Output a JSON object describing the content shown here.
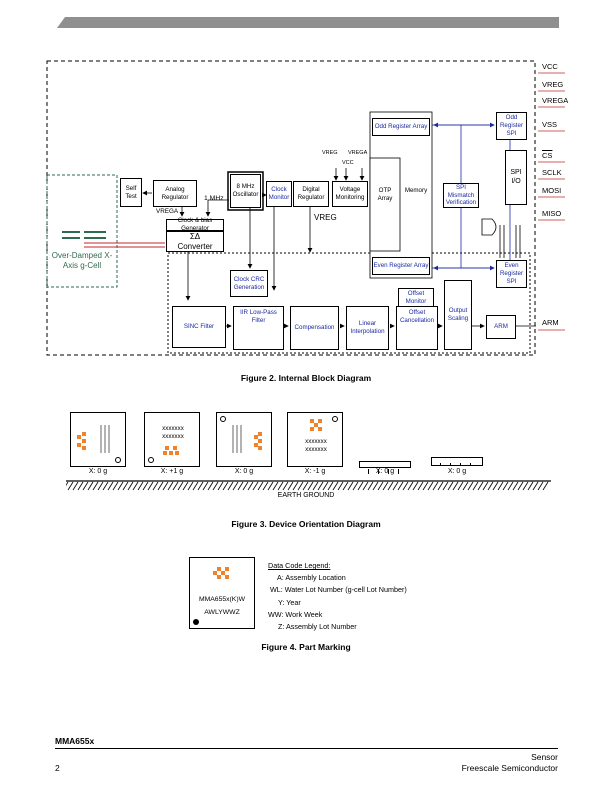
{
  "footer": {
    "part": "MMA655x",
    "page": "2",
    "right_line1": "Sensor",
    "right_line2": "Freescale Semiconductor"
  },
  "figure2": {
    "caption": "Figure 2. Internal Block Diagram",
    "blocks": {
      "self_test": "Self Test",
      "analog_regulator": "Analog Regulator",
      "clock_bias": "Clock & bias Generator",
      "sigma_delta": "ΣΔ",
      "converter": "Converter",
      "oscillator": "8 MHz Oscillator",
      "clock_monitor": "Clock Monitor",
      "digital_regulator": "Digital Regulator",
      "voltage_monitoring": "Voltage Monitoring",
      "otp_array": "OTP Array",
      "memory": "Memory",
      "odd_register_array": "Odd Register Array",
      "even_register_array": "Even Register Array",
      "odd_register_spi": "Odd Register SPI",
      "even_register_spi": "Even Register SPI",
      "spi_mismatch": "SPI Mismatch Verification",
      "spi_io": "SPI I/O",
      "clock_crc": "Clock CRC Generation",
      "sinc_filter": "SINC Filter",
      "iir_filter": "IIR Low-Pass Filter",
      "compensation": "Compensation",
      "linear_interp": "Linear Interpolation",
      "offset_monitor": "Offset Monitor",
      "offset_cancel": "Offset Cancellation",
      "output_scaling": "Output Scaling",
      "arm": "ARM",
      "g_cell": "Over-Damped X-Axis g-Cell"
    },
    "labels": {
      "vrega": "VREGA",
      "one_mhz": "1 MHz",
      "vreg": "VREG",
      "vreg_small": "VREG",
      "vcc_small": "VCC",
      "vrega_small": "VREGA"
    },
    "pins": [
      "VCC",
      "VREG",
      "VREGA",
      "VSS",
      "CS",
      "SCLK",
      "MOSI",
      "MISO",
      "ARM"
    ]
  },
  "figure3": {
    "caption": "Figure 3. Device Orientation Diagram",
    "items": [
      {
        "label": "X: 0 g",
        "text": ""
      },
      {
        "label": "X: +1 g",
        "text": "xxxxxxx xxxxxxx"
      },
      {
        "label": "X: 0 g",
        "text": ""
      },
      {
        "label": "X: -1 g",
        "text": "xxxxxxx xxxxxxx"
      },
      {
        "label": "X: 0 g",
        "text": ""
      },
      {
        "label": "X: 0 g",
        "text": ""
      }
    ],
    "ground": "EARTH GROUND"
  },
  "figure4": {
    "caption": "Figure 4. Part Marking",
    "chip_line1": "MMA655x(K)W",
    "chip_line2": "AWLYWWZ",
    "legend_title": "Data Code Legend:",
    "legend_lines": [
      "A: Assembly Location",
      "WL: Water Lot Number (g-cell Lot Number)",
      "Y: Year",
      "WW: Work Week",
      "Z: Assembly Lot Number"
    ]
  },
  "colors": {
    "header_bar": "#8f8f8f",
    "diagram_blue": "#1a2aa0",
    "gcell_green": "#2e6b4f",
    "pin_line": "#c0262c",
    "logo_orange": "#f2822a"
  }
}
